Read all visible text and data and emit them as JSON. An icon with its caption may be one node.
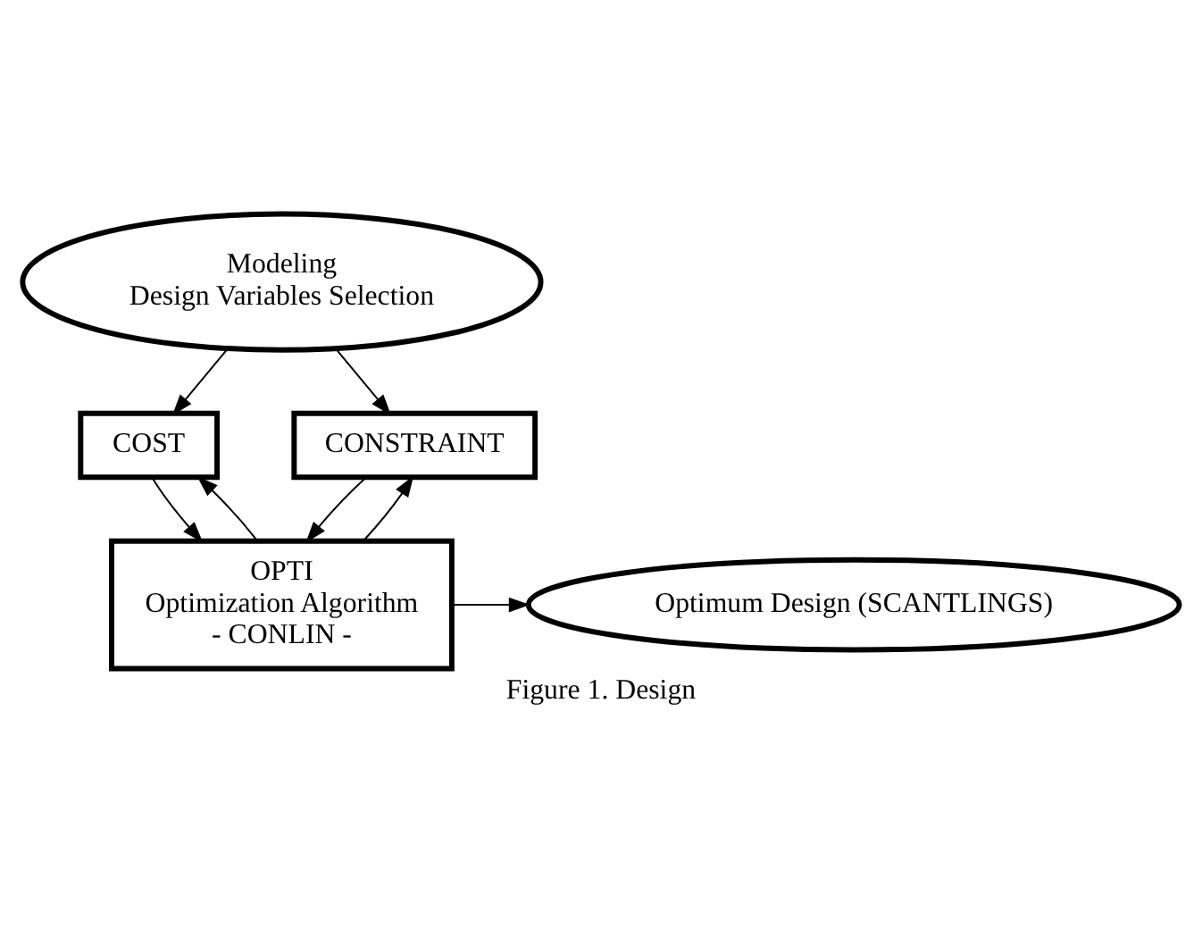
{
  "diagram": {
    "caption": "Figure 1. Design",
    "nodes": [
      {
        "text": [
          "Modeling",
          "Design Variables Selection"
        ]
      },
      {
        "text": [
          "COST"
        ]
      },
      {
        "text": [
          "CONSTRAINT"
        ]
      },
      {
        "text": [
          "OPTI",
          "Optimization Algorithm",
          "- CONLIN -"
        ]
      },
      {
        "text": [
          "Optimum Design (SCANTLINGS)"
        ]
      }
    ],
    "edges": [
      {
        "from": 0,
        "to": 1,
        "arrow": "to"
      },
      {
        "from": 0,
        "to": 2,
        "arrow": "to"
      },
      {
        "from": 3,
        "to": 1,
        "arrow": "to"
      },
      {
        "from": 3,
        "to": 2,
        "arrow": "to"
      },
      {
        "from": 1,
        "to": 3,
        "arrow": "to"
      },
      {
        "from": 2,
        "to": 3,
        "arrow": "to"
      },
      {
        "from": 3,
        "to": 4,
        "arrow": "to"
      }
    ]
  }
}
